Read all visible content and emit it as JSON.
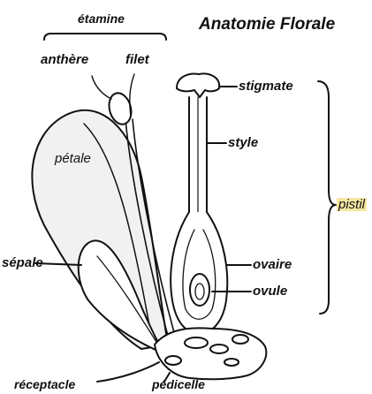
{
  "title": "Anatomie Florale",
  "labels": {
    "etamine": "étamine",
    "anthere": "anthère",
    "filet": "filet",
    "petale": "pétale",
    "sepale": "sépale",
    "receptacle": "réceptacle",
    "pedicelle": "pédicelle",
    "stigmate": "stigmate",
    "style": "style",
    "pistil": "pistil",
    "ovaire": "ovaire",
    "ovule": "ovule"
  },
  "colors": {
    "ink": "#111111",
    "petal_fill": "#f1f1f1",
    "highlight": "#f5e6a3"
  }
}
